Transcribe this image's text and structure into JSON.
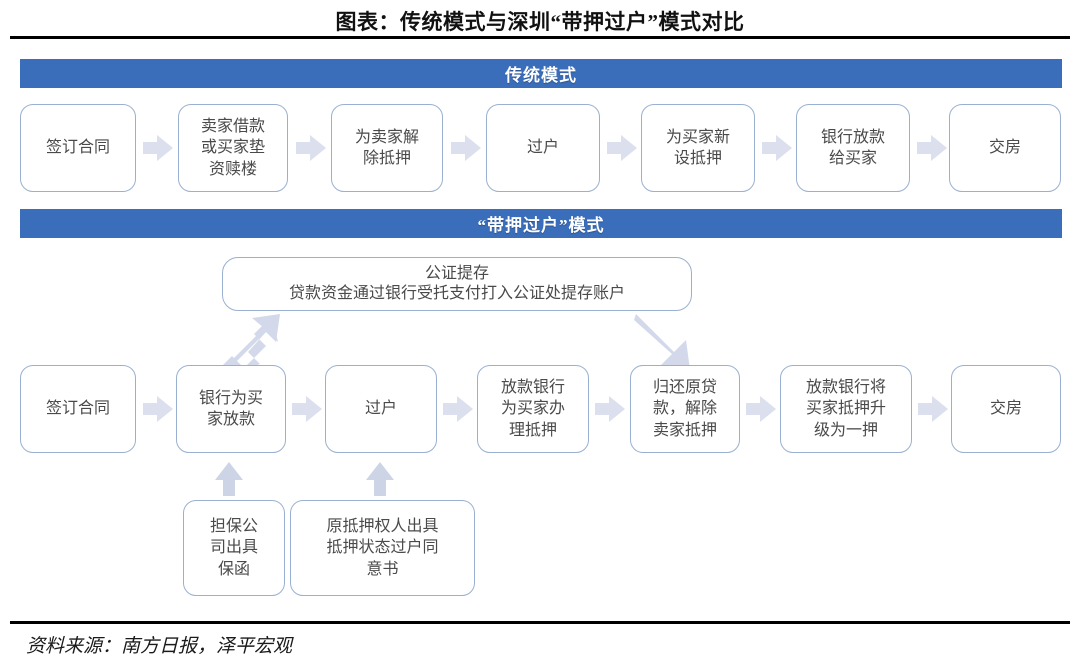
{
  "title": "图表：传统模式与深圳“带押过户”模式对比",
  "source": "资料来源：南方日报，泽平宏观",
  "colors": {
    "section_bar": "#3a6ebb",
    "node_border": "#9ab0d0",
    "arrow": "#dcdfee",
    "rule": "#000000",
    "text": "#4a4a4a"
  },
  "sections": {
    "traditional": {
      "header": "传统模式",
      "steps": [
        {
          "label": "签订合同"
        },
        {
          "label": "卖家借款\n或买家垫\n资赎楼"
        },
        {
          "label": "为卖家解\n除抵押"
        },
        {
          "label": "过户"
        },
        {
          "label": "为买家新\n设抵押"
        },
        {
          "label": "银行放款\n给买家"
        },
        {
          "label": "交房"
        }
      ]
    },
    "daiya": {
      "header": "“带押过户”模式",
      "notary": {
        "line1": "公证提存",
        "line2": "贷款资金通过银行受托支付打入公证处提存账户"
      },
      "steps": [
        {
          "label": "签订合同"
        },
        {
          "label": "银行为买\n家放款"
        },
        {
          "label": "过户"
        },
        {
          "label": "放款银行\n为买家办\n理抵押"
        },
        {
          "label": "归还原贷\n款，解除\n卖家抵押"
        },
        {
          "label": "放款银行将\n买家抵押升\n级为一押"
        },
        {
          "label": "交房"
        }
      ],
      "supporting": [
        {
          "label": "担保公\n司出具\n保函"
        },
        {
          "label": "原抵押权人出具\n抵押状态过户同\n意书"
        }
      ]
    }
  }
}
